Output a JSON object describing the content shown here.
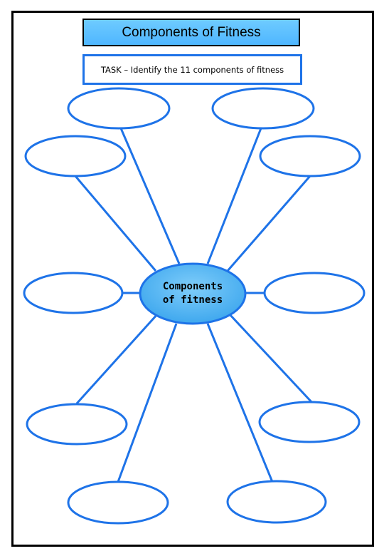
{
  "worksheet": {
    "title": "Components of Fitness",
    "task": "TASK – Identify the 11 components of fitness",
    "center_line1": "Components",
    "center_line2": "of fitness",
    "colors": {
      "title_fill": "#5cc0ff",
      "line_blue": "#1e73e8",
      "center_fill": "#4bb3f5",
      "frame": "#000000"
    }
  },
  "answer_bubbles": [
    {
      "id": "bubble-top-left",
      "text": ""
    },
    {
      "id": "bubble-top-right",
      "text": ""
    },
    {
      "id": "bubble-upper-left",
      "text": ""
    },
    {
      "id": "bubble-upper-right",
      "text": ""
    },
    {
      "id": "bubble-middle-left",
      "text": ""
    },
    {
      "id": "bubble-middle-right",
      "text": ""
    },
    {
      "id": "bubble-lower-left",
      "text": ""
    },
    {
      "id": "bubble-lower-right",
      "text": ""
    },
    {
      "id": "bubble-bottom-left",
      "text": ""
    },
    {
      "id": "bubble-bottom-right",
      "text": ""
    }
  ]
}
